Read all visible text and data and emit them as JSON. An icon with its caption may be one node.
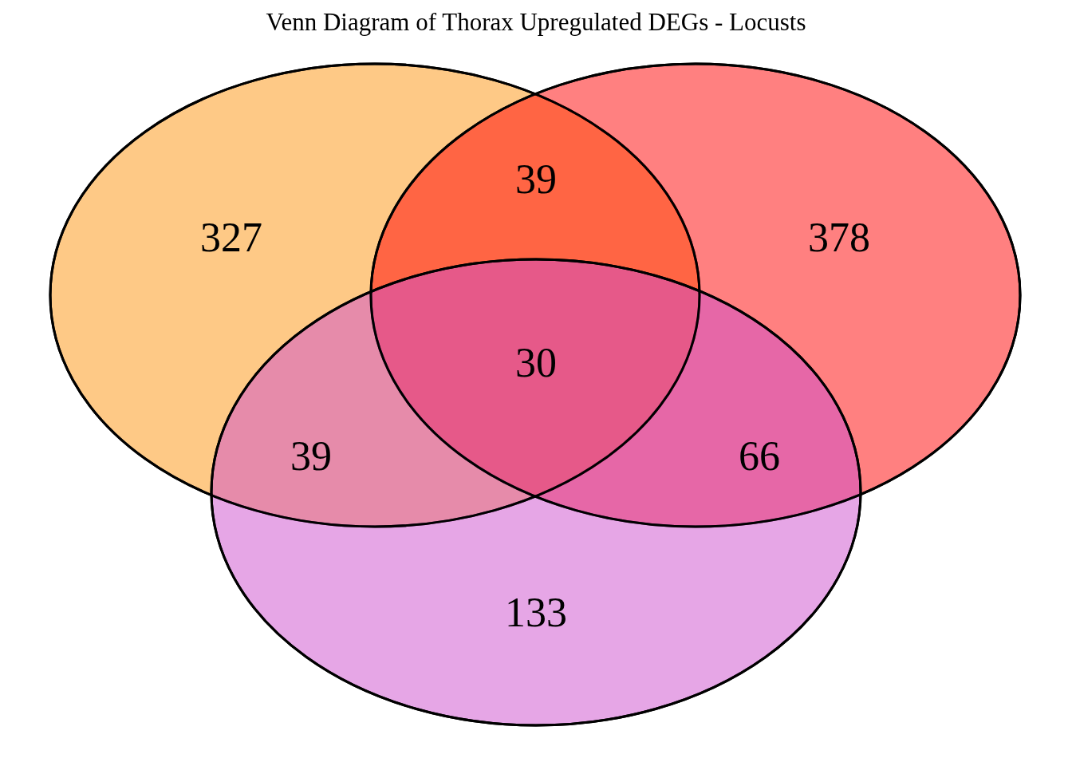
{
  "diagram": {
    "title": "Venn Diagram of Thorax Upregulated DEGs - Locusts",
    "nodes": [
      {
        "text": [
          "327"
        ]
      },
      {
        "text": [
          "378"
        ]
      },
      {
        "text": [
          "133"
        ]
      }
    ],
    "edges": [],
    "labels": [
      "39",
      "30",
      "39",
      "66"
    ]
  }
}
